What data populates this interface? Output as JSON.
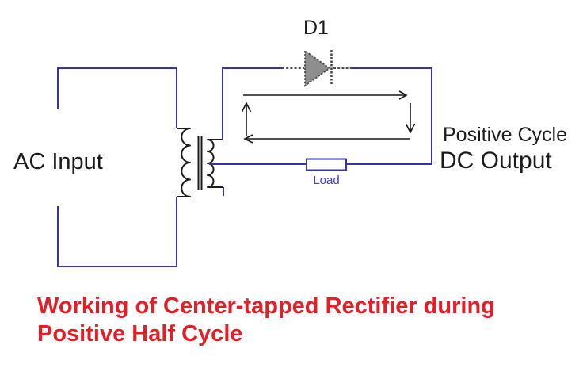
{
  "diagram": {
    "labels": {
      "d1": "D1",
      "ac_input": "AC Input",
      "positive_cycle": "Positive Cycle",
      "dc_output": "DC Output",
      "load": "Load"
    },
    "title": {
      "line1": "Working of Center-tapped Rectifier during",
      "line2": "Positive Half Cycle"
    },
    "colors": {
      "wire": "#3534a4",
      "load_label": "#3d3ccf",
      "title_red": "#e01f26",
      "diode_fill": "#8e8e8e",
      "diode_outline": "#4b4b4b",
      "text": "#1b1b1b",
      "arrow": "#161616"
    }
  }
}
